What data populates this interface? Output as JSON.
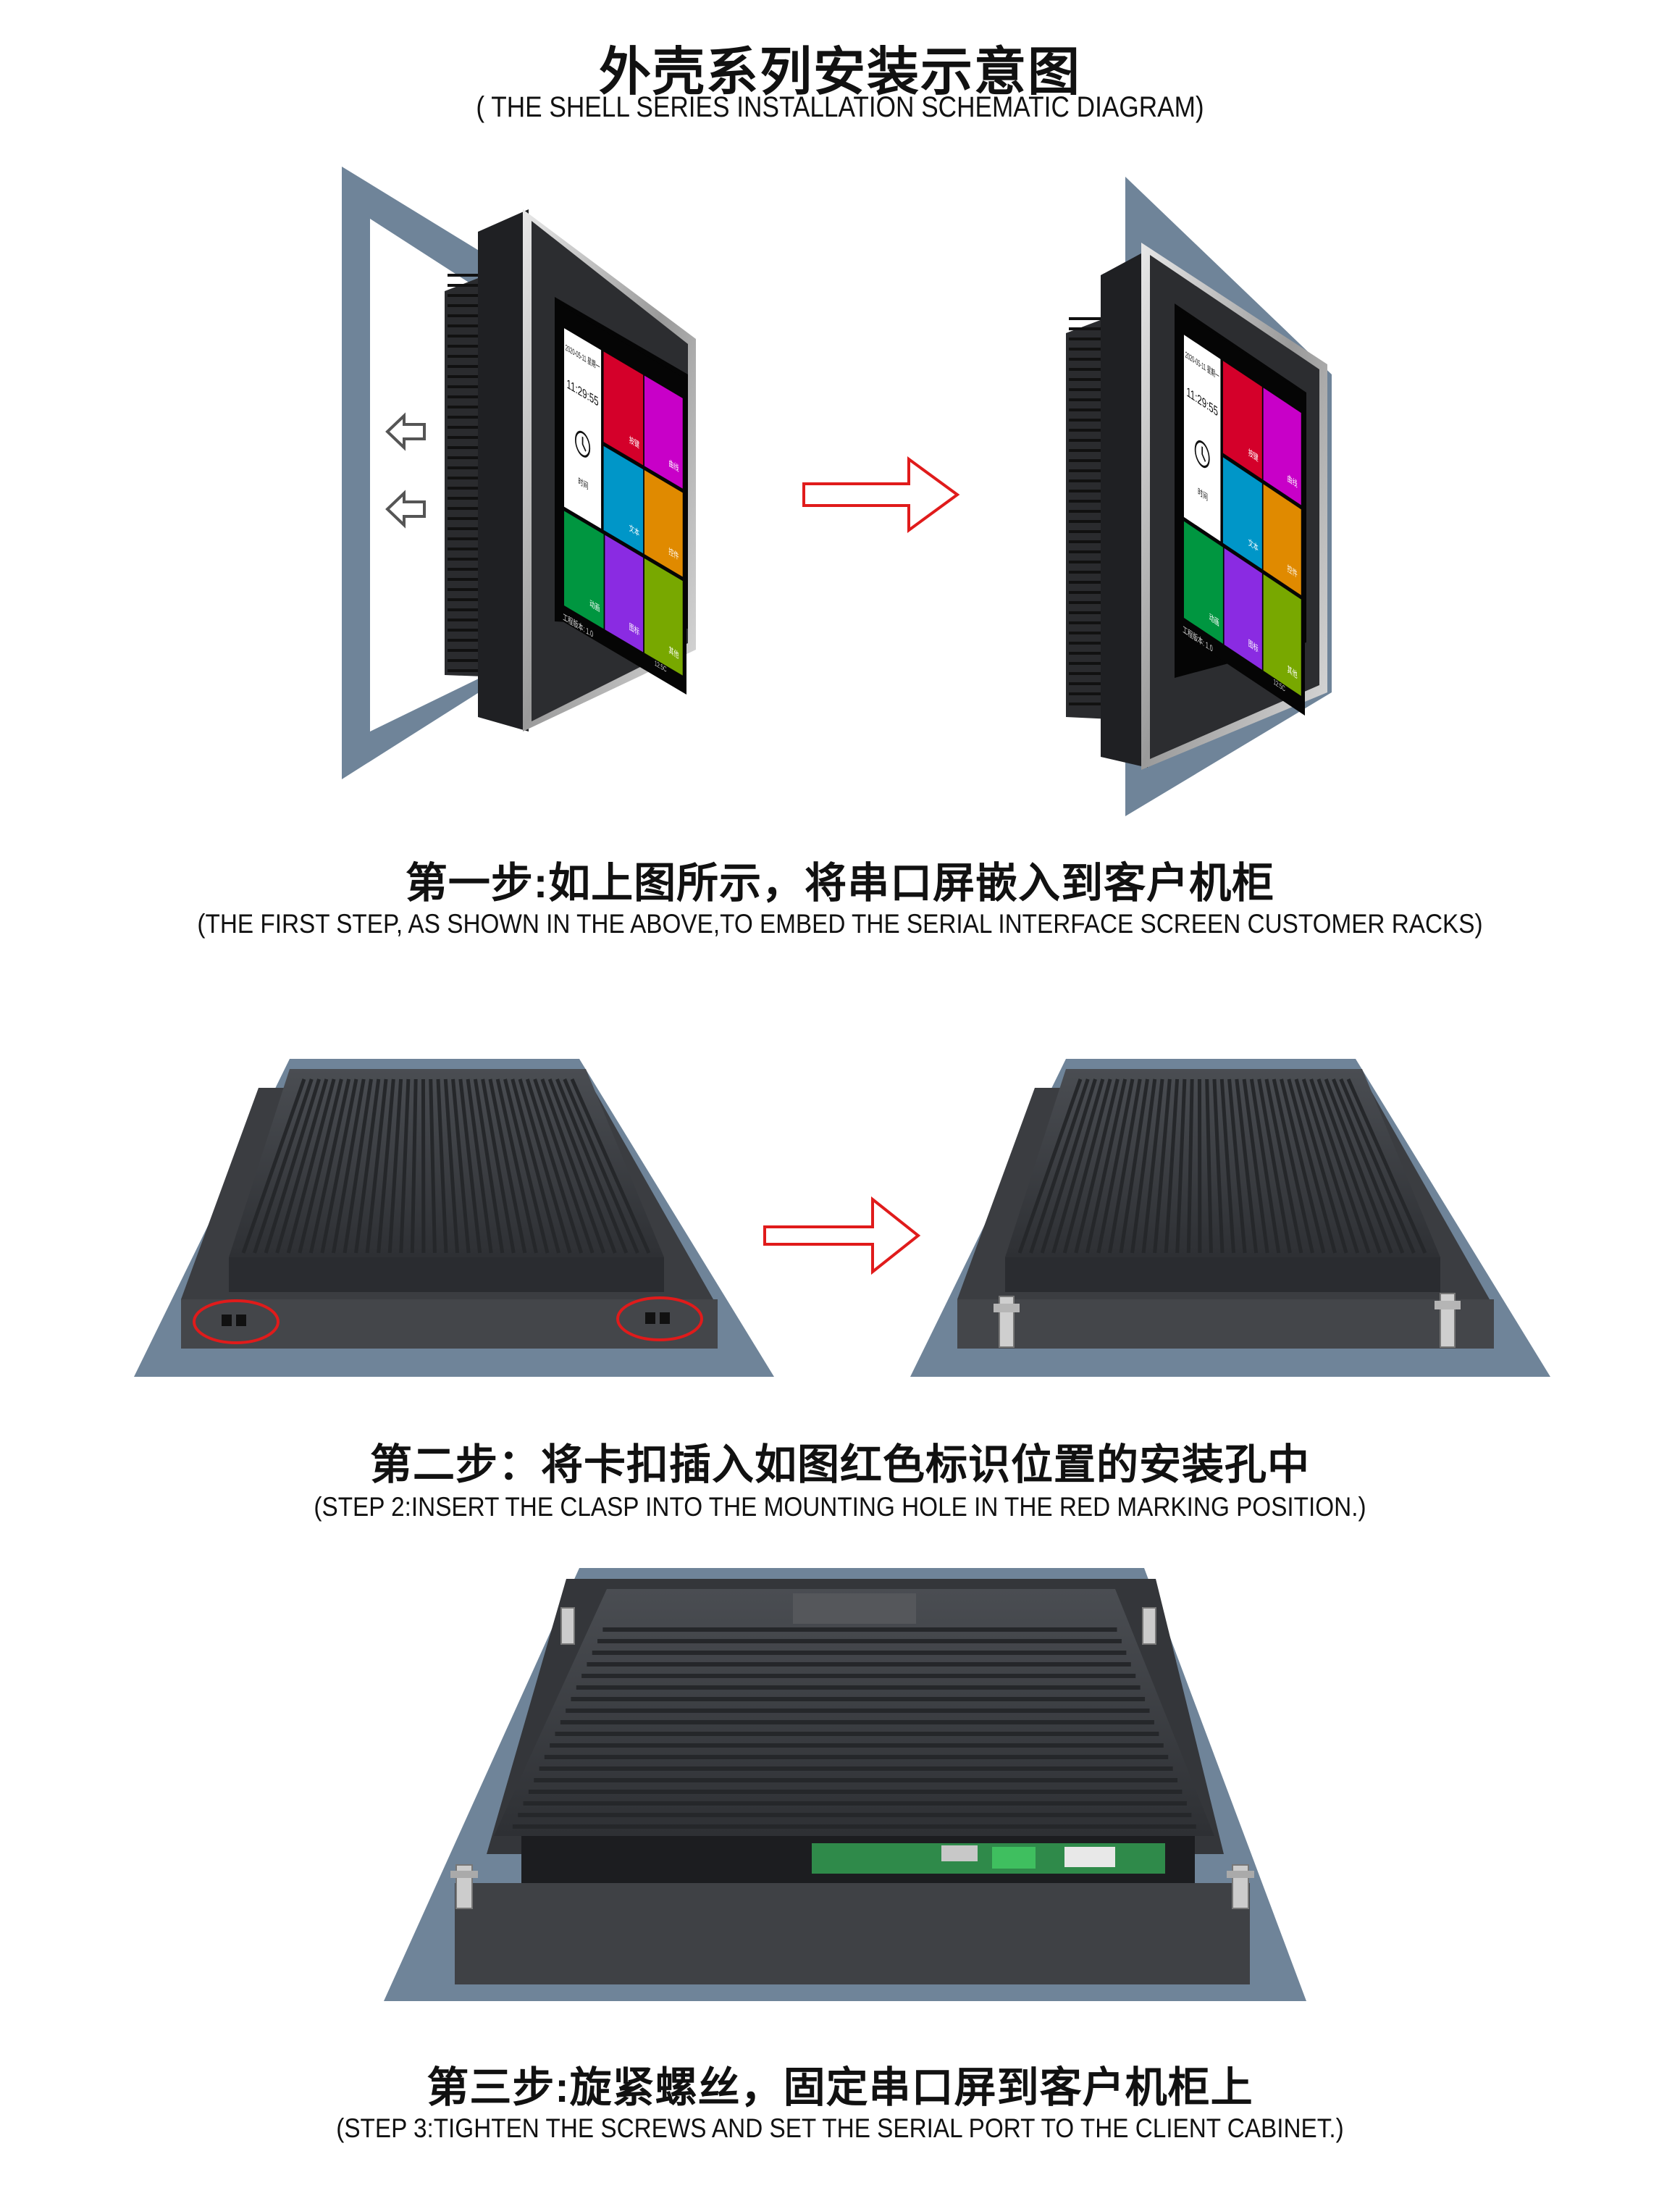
{
  "header": {
    "title": "外壳系列安装示意图",
    "subtitle": "( THE SHELL SERIES INSTALLATION SCHEMATIC DIAGRAM)"
  },
  "steps": [
    {
      "zh": "第一步:如上图所示，将串口屏嵌入到客户机柜",
      "en": "(THE FIRST STEP, AS SHOWN IN THE ABOVE,TO EMBED THE SERIAL INTERFACE SCREEN CUSTOMER RACKS)"
    },
    {
      "zh": "第二步：将卡扣插入如图红色标识位置的安装孔中",
      "en": "(STEP 2:INSERT THE CLASP INTO THE MOUNTING HOLE IN THE RED MARKING POSITION.)"
    },
    {
      "zh": "第三步:旋紧螺丝，固定串口屏到客户机柜上",
      "en": "(STEP 3:TIGHTEN THE SCREWS AND SET THE SERIAL PORT TO THE CLIENT CABINET.)"
    }
  ],
  "screen": {
    "date": "2020-05-11 星期一",
    "time": "11:29:55",
    "clock_label": "时间",
    "tiles": [
      "按键",
      "曲线",
      "文本",
      "控件",
      "动画",
      "图标",
      "其他"
    ],
    "version": "工程版本: 1.0"
  },
  "colors": {
    "frame": "#6f8499",
    "marker_red": "#e01b1b",
    "tiles": [
      "#d4002a",
      "#c800c8",
      "#0096c8",
      "#e08a00",
      "#009640",
      "#8a2be2",
      "#78a800"
    ]
  }
}
